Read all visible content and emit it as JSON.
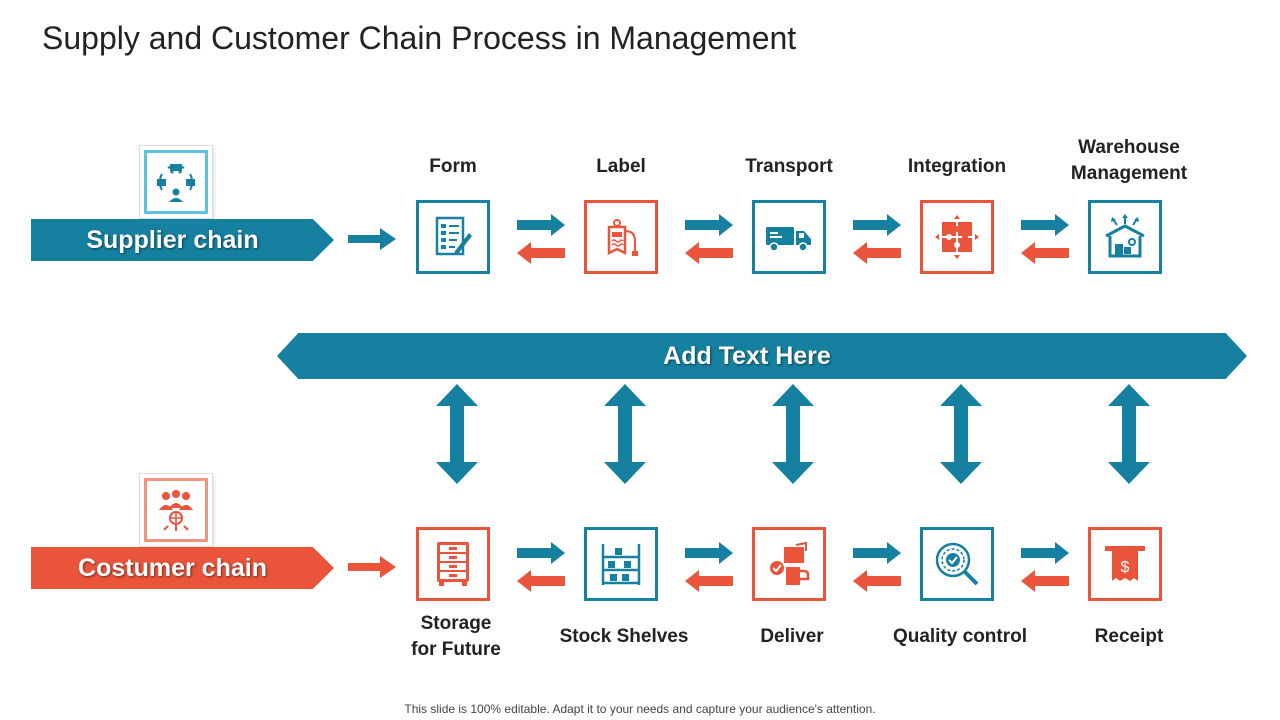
{
  "title": "Supply and Customer Chain Process in Management",
  "colors": {
    "teal": "#15809f",
    "red": "#e9543a"
  },
  "supplier": {
    "label": "Supplier chain",
    "icon": "supply-cycle-icon",
    "steps": [
      {
        "label": "Form",
        "icon": "form-icon"
      },
      {
        "label": "Label",
        "icon": "tag-label-icon"
      },
      {
        "label": "Transport",
        "icon": "truck-icon"
      },
      {
        "label": "Integration",
        "icon": "puzzle-icon"
      },
      {
        "label": "Warehouse Management",
        "line1": "Warehouse",
        "line2": "Management",
        "icon": "warehouse-icon"
      }
    ]
  },
  "center": {
    "label": "Add Text Here"
  },
  "customer": {
    "label": "Costumer chain",
    "icon": "customer-network-icon",
    "steps": [
      {
        "label": "Storage for Future",
        "line1": "Storage",
        "line2": "for Future",
        "icon": "storage-cabinet-icon"
      },
      {
        "label": "Stock Shelves",
        "icon": "shelves-icon"
      },
      {
        "label": "Deliver",
        "icon": "delivery-hand-icon"
      },
      {
        "label": "Quality control",
        "icon": "quality-search-icon"
      },
      {
        "label": "Receipt",
        "icon": "receipt-icon"
      }
    ]
  },
  "footer": "This slide is 100% editable. Adapt it to your needs and capture your audience's attention."
}
